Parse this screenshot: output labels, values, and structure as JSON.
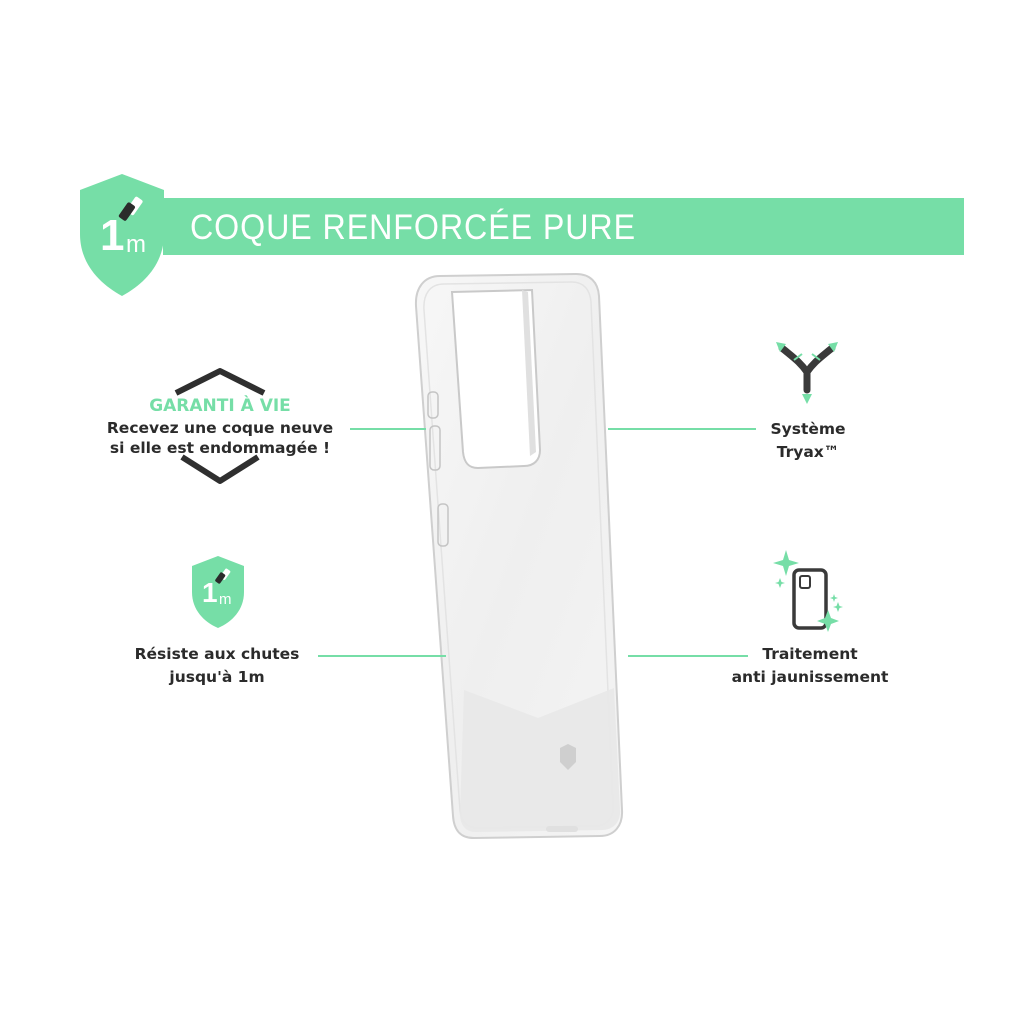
{
  "banner": {
    "badge_number": "1",
    "badge_unit": "m",
    "title": "COQUE RENFORCÉE PURE"
  },
  "features": {
    "guarantee": {
      "title": "GARANTI À VIE",
      "line1": "Recevez une coque neuve",
      "line2": "si elle est endommagée !"
    },
    "drop": {
      "badge_number": "1",
      "badge_unit": "m",
      "line1": "Résiste aux chutes",
      "line2": "jusqu'à 1m"
    },
    "tryax": {
      "line1": "Système",
      "line2": "Tryax™"
    },
    "yellowing": {
      "line1": "Traitement",
      "line2": "anti jaunissement"
    }
  },
  "colors": {
    "accent": "#76dea7",
    "text": "#2b2b2b",
    "icon_dark": "#3a3a3a"
  },
  "icons": {
    "banner_badge": "shield-drop-icon",
    "guarantee": "shield-outline-icon",
    "drop": "shield-drop-icon",
    "tryax": "tryax-icon",
    "yellowing": "sparkle-phone-icon",
    "product": "phone-case-image"
  }
}
